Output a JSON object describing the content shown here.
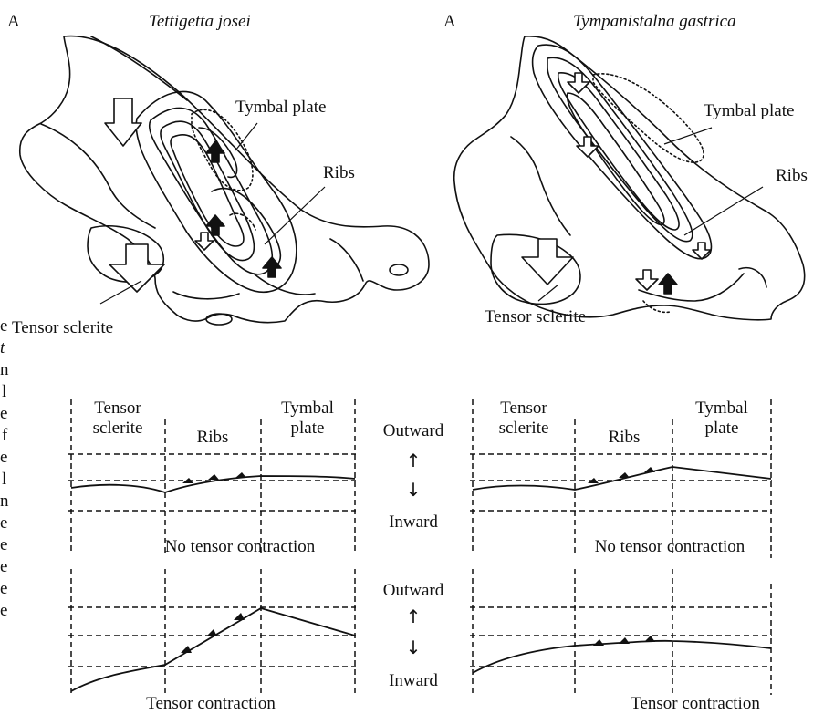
{
  "top_left": {
    "panel_letter": "A",
    "species": "Tettigetta josei",
    "labels": {
      "tymbal_plate": "Tymbal plate",
      "ribs": "Ribs",
      "tensor_sclerite": "Tensor sclerite"
    }
  },
  "top_right": {
    "panel_letter": "A",
    "species": "Tympanistalna gastrica",
    "labels": {
      "tymbal_plate": "Tymbal plate",
      "ribs": "Ribs",
      "tensor_sclerite": "Tensor sclerite"
    }
  },
  "profile_columns": {
    "left": {
      "col1_line1": "Tensor",
      "col1_line2": "sclerite",
      "col2": "Ribs",
      "col3_line1": "Tymbal",
      "col3_line2": "plate"
    },
    "right": {
      "col1_line1": "Tensor",
      "col1_line2": "sclerite",
      "col2": "Ribs",
      "col3_line1": "Tymbal",
      "col3_line2": "plate"
    }
  },
  "direction_legend": {
    "upper": {
      "outward": "Outward",
      "up_arrow": "↑",
      "down_arrow": "↓",
      "inward": "Inward"
    },
    "lower": {
      "outward": "Outward",
      "up_arrow": "↑",
      "down_arrow": "↓",
      "inward": "Inward"
    }
  },
  "captions": {
    "left_no_contraction": "No tensor contraction",
    "right_no_contraction": "No tensor contraction",
    "left_contraction": "Tensor contraction",
    "right_contraction": "Tensor contraction"
  },
  "margin_fragment_letters": [
    "e",
    "t",
    "n",
    "l",
    "e",
    "f",
    "e",
    "l",
    "n",
    "e",
    "e",
    "e",
    "e",
    "e"
  ]
}
